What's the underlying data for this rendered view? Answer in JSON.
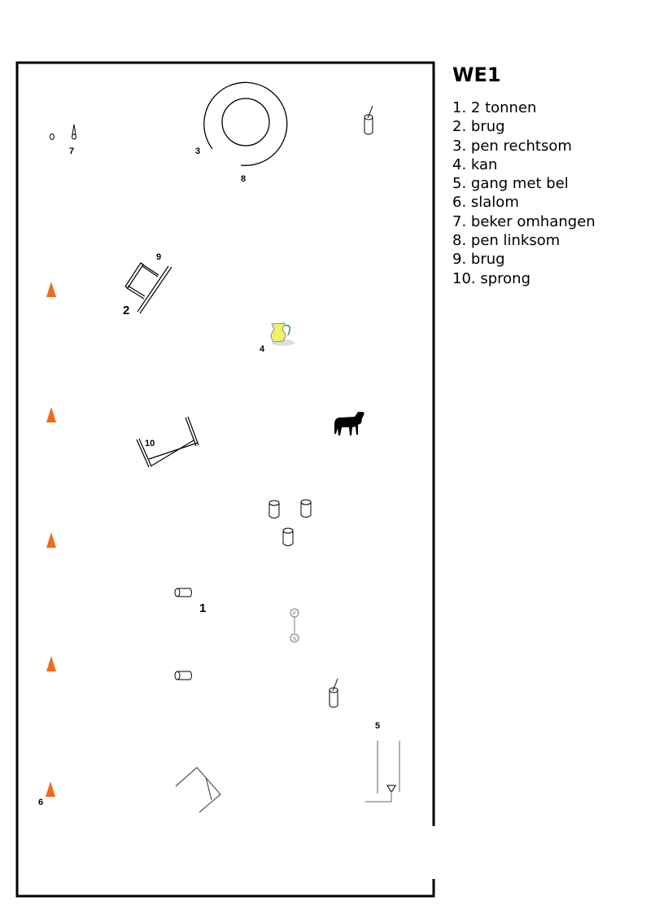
{
  "legend": {
    "title": "WE1",
    "items": [
      "1. 2 tonnen",
      "2. brug",
      "3. pen rechtsom",
      "4. kan",
      "5. gang met bel",
      "6. slalom",
      "7. beker omhangen",
      "8. pen linksom",
      "9. brug",
      "10. sprong"
    ]
  },
  "markers": {
    "m1": "1",
    "m2": "2",
    "m3": "3",
    "m4": "4",
    "m5": "5",
    "m6": "6",
    "m7": "7",
    "m8": "8",
    "m9": "9",
    "m10": "10"
  },
  "finish_letter": "F",
  "start_letter": "S",
  "colors": {
    "cone": "#f26a1b",
    "border": "#000000"
  }
}
